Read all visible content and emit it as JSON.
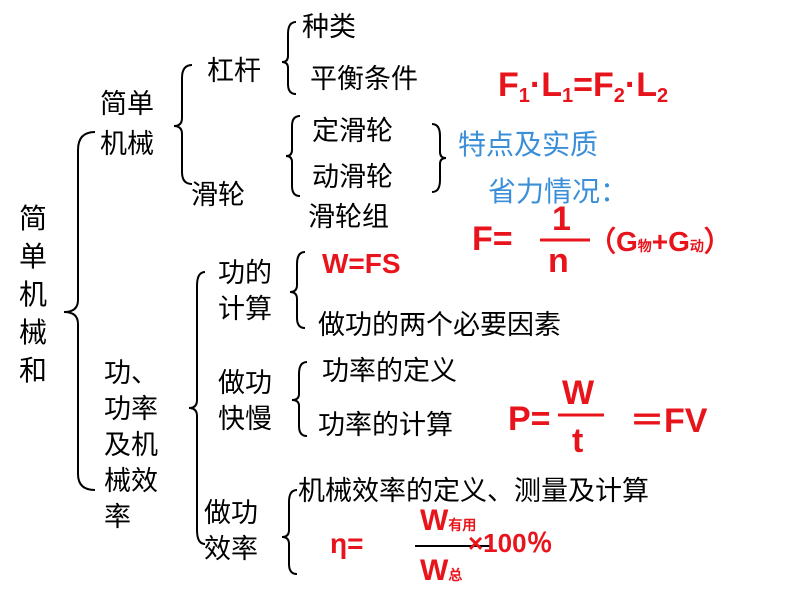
{
  "root": "简单机械和",
  "simple_machine": "简单\n机械",
  "lever": "杠杆",
  "lever_items": [
    "种类",
    "平衡条件"
  ],
  "pulley": "滑轮",
  "pulley_items": [
    "定滑轮",
    "动滑轮",
    "滑轮组"
  ],
  "pulley_note1": "特点及实质",
  "pulley_note2": "省力情况：",
  "work_group": "功、\n功率\n及机\n械效\n率",
  "work_calc": "功的\n计算",
  "work_formula": "W=FS",
  "work_factors": "做功的两个必要因素",
  "work_speed": "做功\n快慢",
  "power_def": "功率的定义",
  "power_calc": "功率的计算",
  "efficiency": "做功\n效率",
  "efficiency_def": "机械效率的定义、测量及计算",
  "formulas": {
    "lever": {
      "F1": "F",
      "s1": "1",
      "dot": "·",
      "L1": "L",
      "eq": "=",
      "F2": "F",
      "s2": "2",
      "L2": "L"
    },
    "pulley": {
      "F": "F=",
      "num": "1",
      "den": "n",
      "rest": "（G",
      "g1": "物",
      "plus": "+G",
      "g2": "动",
      "close": "）"
    },
    "power": {
      "P": "P=",
      "num": "W",
      "den": "t",
      "eq": "＝FV"
    },
    "eff": {
      "eta": "η=",
      "num": "W",
      "numsub": "有用",
      "den": "W",
      "densub": "总",
      "times": "×100％"
    }
  }
}
